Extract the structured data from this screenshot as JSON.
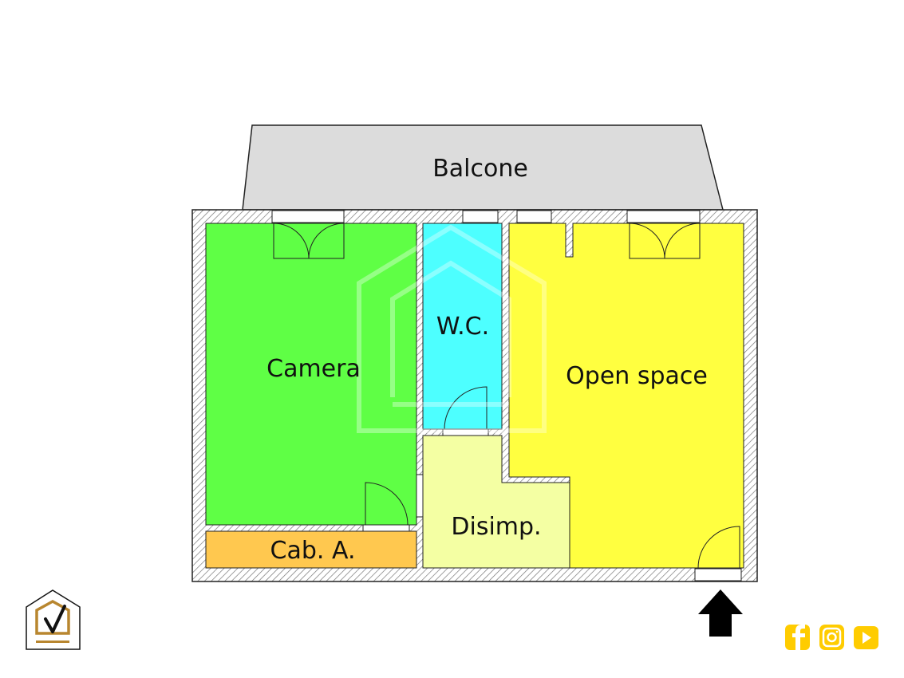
{
  "rooms": {
    "balcone": {
      "label": "Balcone",
      "color": "#dcdcdc"
    },
    "camera": {
      "label": "Camera",
      "color": "#5fff45"
    },
    "wc": {
      "label": "W.C.",
      "color": "#4dffff"
    },
    "open_space": {
      "label": "Open space",
      "color": "#ffff40"
    },
    "disimpegno": {
      "label": "Disimp.",
      "color": "#f4ffa3"
    },
    "cabina_armadio": {
      "label": "Cab. A.",
      "color": "#ffc84f"
    }
  },
  "social": {
    "icons": [
      "facebook-icon",
      "instagram-icon",
      "youtube-icon"
    ],
    "color": "#ffcc00"
  },
  "logo": {
    "accent": "#b8862f"
  },
  "entrance": {
    "icon": "arrow-up-icon"
  }
}
